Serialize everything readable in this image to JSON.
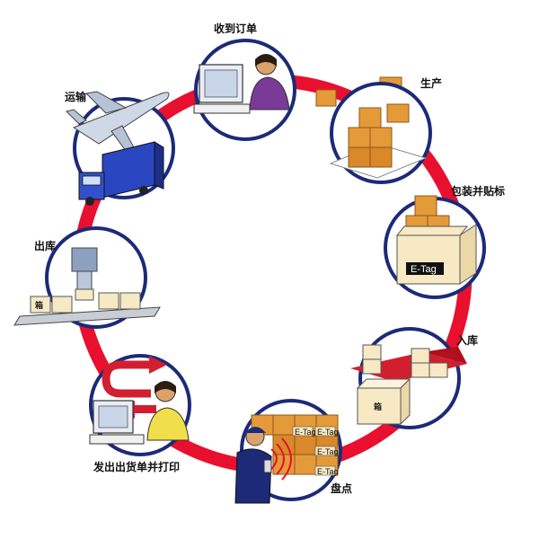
{
  "steps": [
    {
      "id": "order",
      "label": "收到订单"
    },
    {
      "id": "production",
      "label": "生产"
    },
    {
      "id": "pack",
      "label": "包装并贴标"
    },
    {
      "id": "instock",
      "label": "入库"
    },
    {
      "id": "inventory",
      "label": "盘点"
    },
    {
      "id": "invoice",
      "label": "发出出货单并打印"
    },
    {
      "id": "outstock",
      "label": "出库"
    },
    {
      "id": "transport",
      "label": "运输"
    }
  ],
  "etag_label": "E-Tag",
  "box_char": "箱",
  "colors": {
    "ring": "#e8102e",
    "circle_border": "#1c2a78",
    "box": "#e59a3a",
    "box_light": "#f7e9c4",
    "truck": "#2a46c0"
  }
}
